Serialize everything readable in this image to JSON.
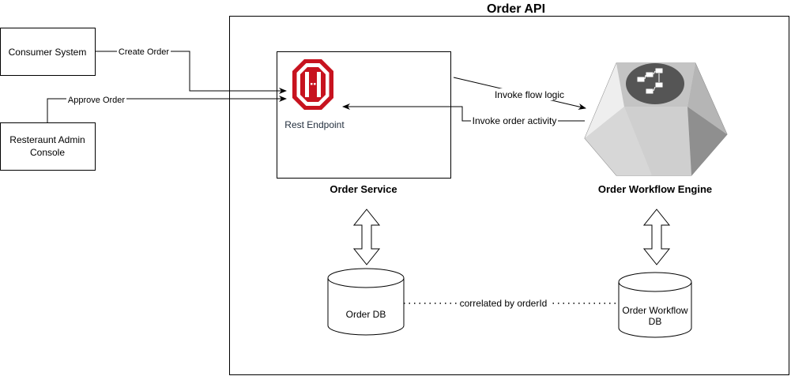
{
  "diagram": {
    "container_title": "Order API",
    "nodes": {
      "consumer_system": "Consumer System",
      "admin_console_line1": "Resteraunt Admin",
      "admin_console_line2": "Console",
      "rest_endpoint": "Rest Endpoint",
      "order_service": "Order Service",
      "workflow_engine": "Order Workflow Engine",
      "order_db": "Order DB",
      "workflow_db_line1": "Order Workflow",
      "workflow_db_line2": "DB"
    },
    "edges": {
      "create_order": "Create Order",
      "approve_order": "Approve Order",
      "invoke_flow_logic": "Invoke flow logic",
      "invoke_order_activity": "Invoke order activity",
      "correlated": "correlated by orderId"
    },
    "colors": {
      "endpoint_red": "#c7131f",
      "engine_light": "#eeeeee",
      "engine_mid": "#cfcfcf",
      "engine_dark": "#8f8f8f",
      "engine_top": "#555555"
    }
  }
}
